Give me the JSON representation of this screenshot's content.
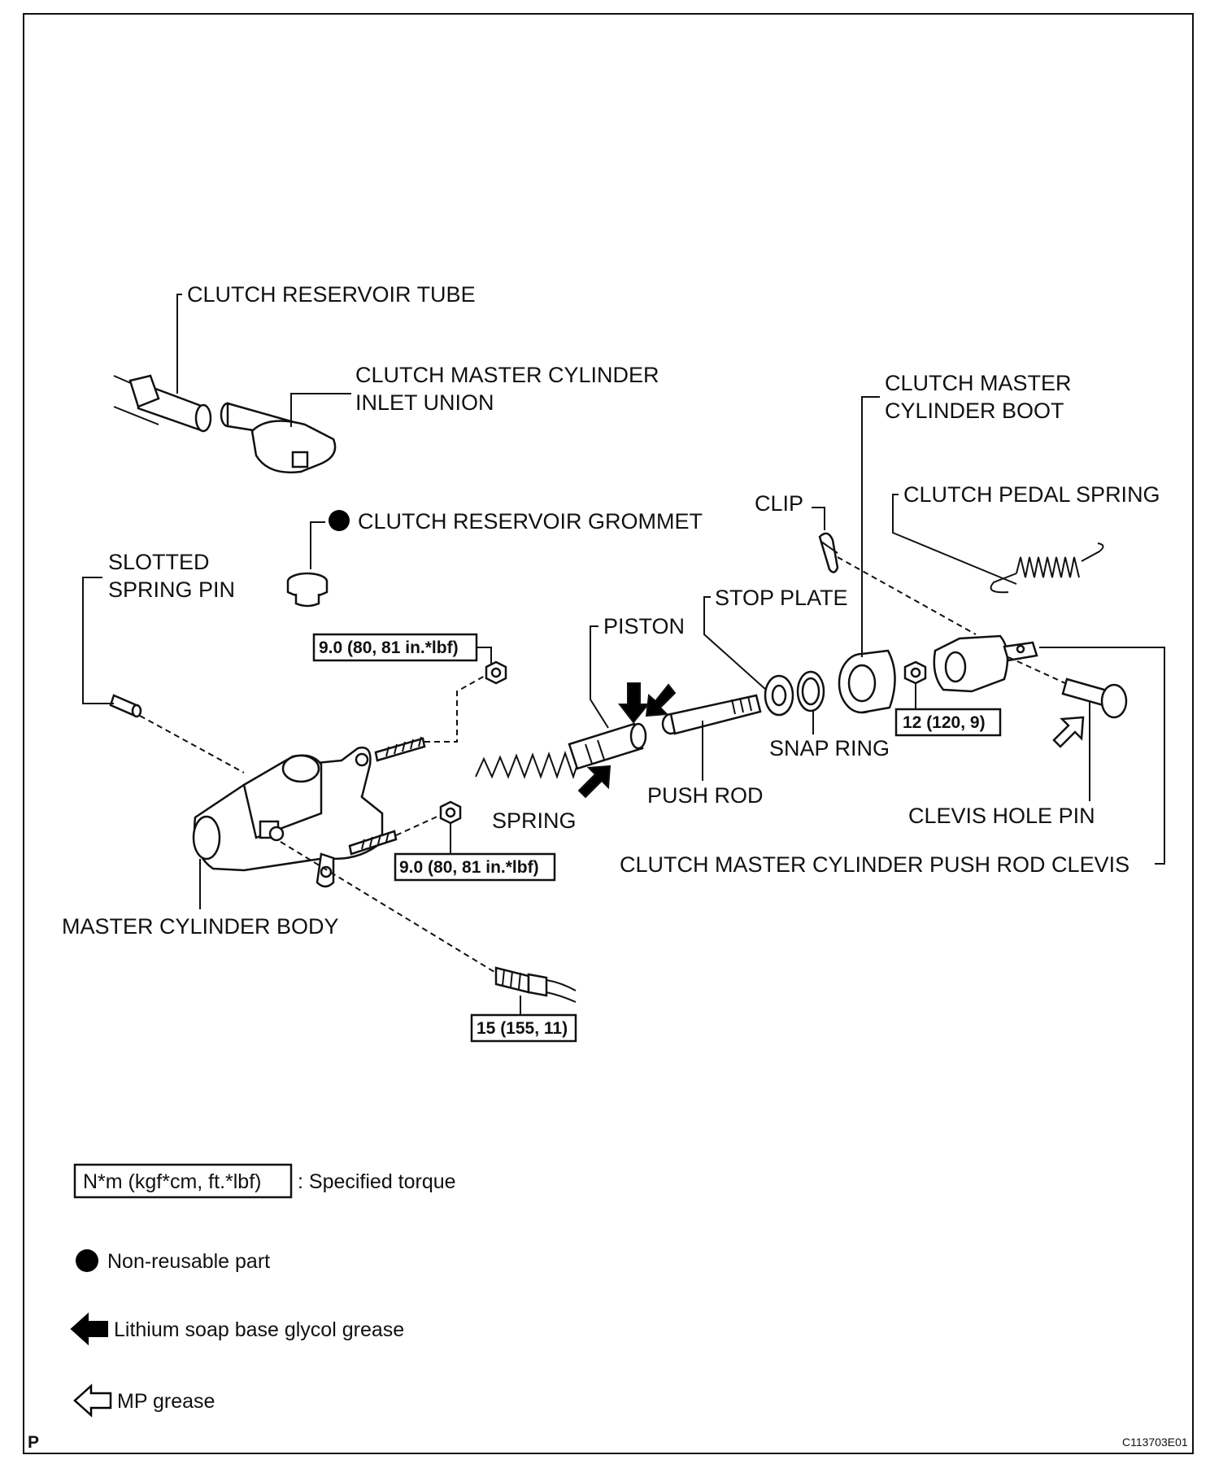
{
  "labels": {
    "reservoir_tube": "CLUTCH RESERVOIR TUBE",
    "inlet_union_1": "CLUTCH MASTER CYLINDER",
    "inlet_union_2": "INLET UNION",
    "cyl_boot_1": "CLUTCH MASTER",
    "cyl_boot_2": "CYLINDER BOOT",
    "clip": "CLIP",
    "pedal_spring": "CLUTCH PEDAL SPRING",
    "grommet": "CLUTCH RESERVOIR GROMMET",
    "slotted_1": "SLOTTED",
    "slotted_2": "SPRING PIN",
    "stop_plate": "STOP PLATE",
    "piston": "PISTON",
    "snap_ring": "SNAP RING",
    "push_rod": "PUSH ROD",
    "spring": "SPRING",
    "clevis_pin": "CLEVIS HOLE PIN",
    "push_rod_clevis": "CLUTCH MASTER CYLINDER PUSH ROD CLEVIS",
    "body": "MASTER CYLINDER BODY"
  },
  "torques": {
    "nut_upper": "9.0 (80, 81 in.*lbf)",
    "nut_lower": "9.0 (80, 81 in.*lbf)",
    "clevis_nut": "12 (120, 9)",
    "line": "15 (155, 11)"
  },
  "legend": {
    "torque_box": "N*m (kgf*cm, ft.*lbf)",
    "torque_text": ": Specified torque",
    "nonreusable": "Non-reusable part",
    "lithium": "Lithium soap base glycol grease",
    "mp": "MP grease"
  },
  "corner_left": "P",
  "corner_right": "C113703E01"
}
